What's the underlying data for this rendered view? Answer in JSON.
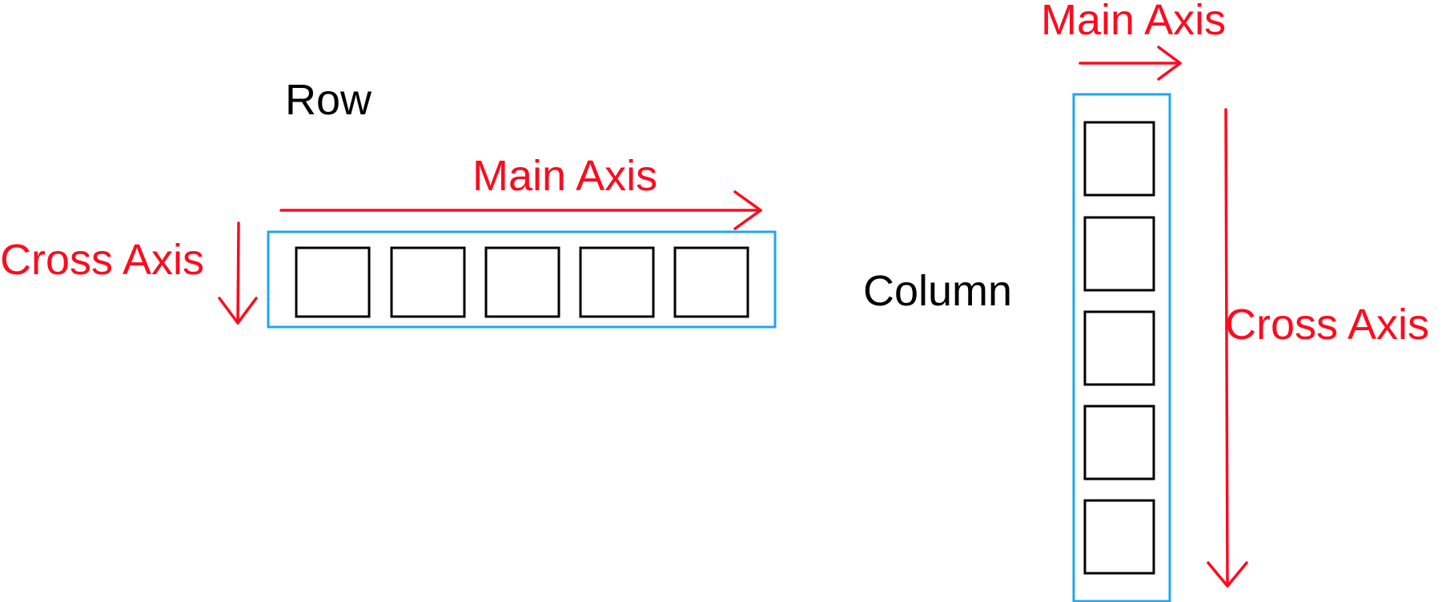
{
  "row": {
    "title": "Row",
    "main_axis_label": "Main Axis",
    "cross_axis_label": "Cross Axis",
    "item_count": 5
  },
  "column": {
    "title": "Column",
    "main_axis_label": "Main Axis",
    "cross_axis_label": "Cross Axis",
    "item_count": 5
  },
  "colors": {
    "axis": "#ff0a1e",
    "container": "#1ea7f0",
    "item": "#000000",
    "title": "#000000"
  }
}
